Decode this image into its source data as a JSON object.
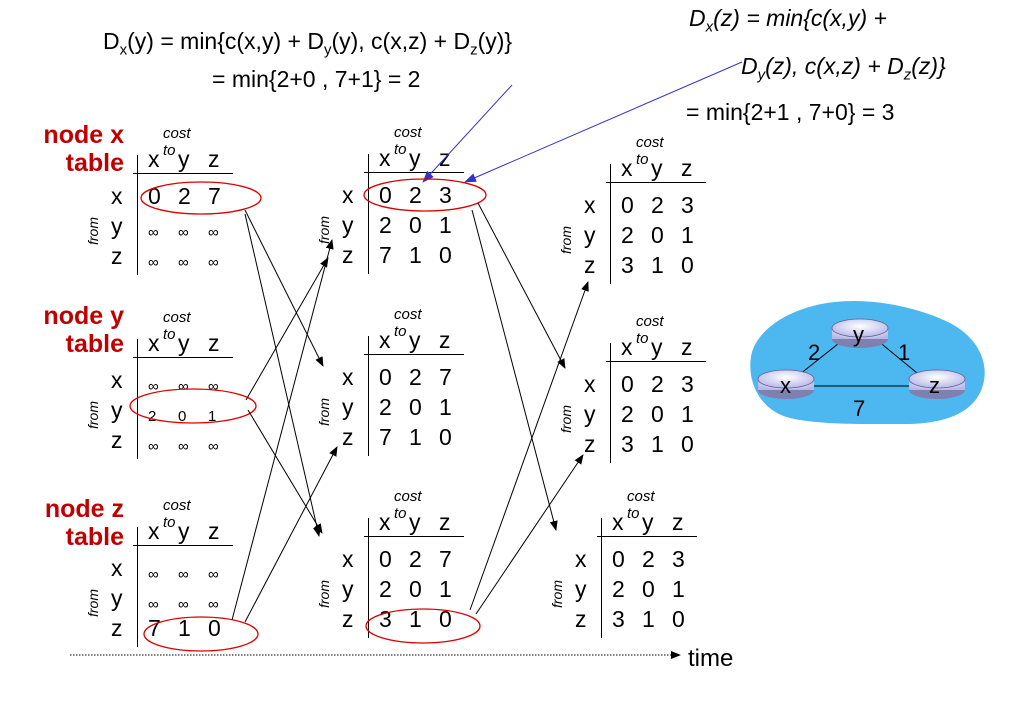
{
  "formula_y": {
    "line1": {
      "pre": "D",
      "sub": "x",
      "mid": "(y) = min{c(x,y) + D",
      "sub2": "y",
      "mid2": "(y), c(x,z) + D",
      "sub3": "z",
      "post": "(y)}"
    },
    "line2": "= min{2+0 , 7+1} = 2"
  },
  "formula_z": {
    "line1": {
      "pre": "D",
      "sub": "x",
      "post": "(z) = min{c(x,y) +"
    },
    "line2": {
      "pre": "D",
      "sub": "y",
      "mid": "(z), c(x,z) + D",
      "sub2": "z",
      "post": "(z)}"
    },
    "line3": "= min{2+1 , 7+0} = 3"
  },
  "node_labels": {
    "x": [
      "node x",
      "table"
    ],
    "y": [
      "node y",
      "table"
    ],
    "z": [
      "node z",
      "table"
    ]
  },
  "cost_to": "cost to",
  "from": "from",
  "headers": [
    "x",
    "y",
    "z"
  ],
  "row_labels": [
    "x",
    "y",
    "z"
  ],
  "tables": {
    "t0x": [
      [
        "0",
        "2",
        "7"
      ],
      [
        "∞",
        "∞",
        "∞"
      ],
      [
        "∞",
        "∞",
        "∞"
      ]
    ],
    "t0y": [
      [
        "∞",
        "∞",
        "∞"
      ],
      [
        "2",
        "0",
        "1"
      ],
      [
        "∞",
        "∞",
        "∞"
      ]
    ],
    "t0z": [
      [
        "∞",
        "∞",
        "∞"
      ],
      [
        "∞",
        "∞",
        "∞"
      ],
      [
        "7",
        "1",
        "0"
      ]
    ],
    "t1x": [
      [
        "0",
        "2",
        "3"
      ],
      [
        "2",
        "0",
        "1"
      ],
      [
        "7",
        "1",
        "0"
      ]
    ],
    "t1y": [
      [
        "0",
        "2",
        "7"
      ],
      [
        "2",
        "0",
        "1"
      ],
      [
        "7",
        "1",
        "0"
      ]
    ],
    "t1z": [
      [
        "0",
        "2",
        "7"
      ],
      [
        "2",
        "0",
        "1"
      ],
      [
        "3",
        "1",
        "0"
      ]
    ],
    "t2x": [
      [
        "0",
        "2",
        "3"
      ],
      [
        "2",
        "0",
        "1"
      ],
      [
        "3",
        "1",
        "0"
      ]
    ],
    "t2y": [
      [
        "0",
        "2",
        "3"
      ],
      [
        "2",
        "0",
        "1"
      ],
      [
        "3",
        "1",
        "0"
      ]
    ],
    "t2z": [
      [
        "0",
        "2",
        "3"
      ],
      [
        "2",
        "0",
        "1"
      ],
      [
        "3",
        "1",
        "0"
      ]
    ]
  },
  "time_label": "time",
  "network": {
    "nodes": [
      "x",
      "y",
      "z"
    ],
    "edges": [
      {
        "from": "x",
        "to": "y",
        "cost": "2"
      },
      {
        "from": "y",
        "to": "z",
        "cost": "1"
      },
      {
        "from": "x",
        "to": "z",
        "cost": "7"
      }
    ],
    "cloud_color": "#4db8f0",
    "node_color": "#c8c8f0"
  },
  "colors": {
    "highlight": "#dd0000",
    "node_label": "#c00000",
    "annotation": "#3333cc"
  }
}
